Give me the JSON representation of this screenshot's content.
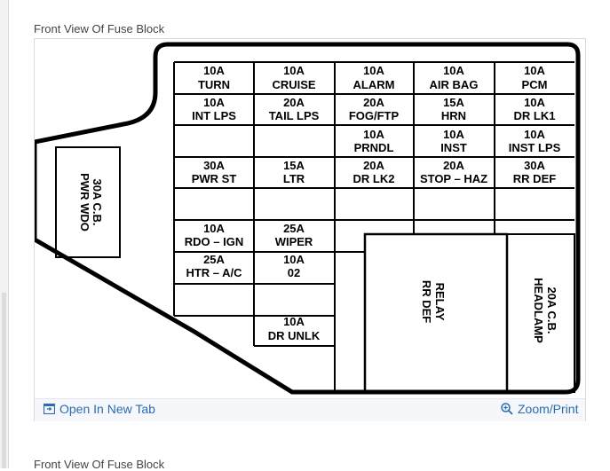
{
  "caption_top": "Front View Of Fuse Block",
  "caption_bottom": "Front View Of Fuse Block",
  "footer": {
    "open_tab_label": "Open In New Tab",
    "zoom_label": "Zoom/Print"
  },
  "fuse_cells": [
    {
      "amp": "10A",
      "name": "TURN"
    },
    {
      "amp": "10A",
      "name": "CRUISE"
    },
    {
      "amp": "10A",
      "name": "ALARM"
    },
    {
      "amp": "10A",
      "name": "AIR BAG"
    },
    {
      "amp": "10A",
      "name": "PCM"
    },
    {
      "amp": "10A",
      "name": "INT LPS"
    },
    {
      "amp": "20A",
      "name": "TAIL LPS"
    },
    {
      "amp": "20A",
      "name": "FOG/FTP"
    },
    {
      "amp": "15A",
      "name": "HRN"
    },
    {
      "amp": "10A",
      "name": "DR LK1"
    },
    {
      "amp": "10A",
      "name": "PRNDL"
    },
    {
      "amp": "10A",
      "name": "INST"
    },
    {
      "amp": "10A",
      "name": "INST LPS"
    },
    {
      "amp": "30A",
      "name": "PWR ST"
    },
    {
      "amp": "15A",
      "name": "LTR"
    },
    {
      "amp": "20A",
      "name": "DR LK2"
    },
    {
      "amp": "20A",
      "name": "STOP – HAZ"
    },
    {
      "amp": "30A",
      "name": "RR DEF"
    },
    {
      "amp": "10A",
      "name": "RDO – IGN"
    },
    {
      "amp": "25A",
      "name": "WIPER"
    },
    {
      "amp": "25A",
      "name": "HTR – A/C"
    },
    {
      "amp": "10A",
      "name": "02"
    },
    {
      "amp": "10A",
      "name": "DR UNLK"
    }
  ],
  "side_labels": {
    "pwr_wdo_line1": "30A C.B.",
    "pwr_wdo_line2": "PWR WDO",
    "relay_line1": "RELAY",
    "relay_line2": "RR DEF",
    "headlamp_line1": "20A C.B.",
    "headlamp_line2": "HEADLAMP"
  }
}
